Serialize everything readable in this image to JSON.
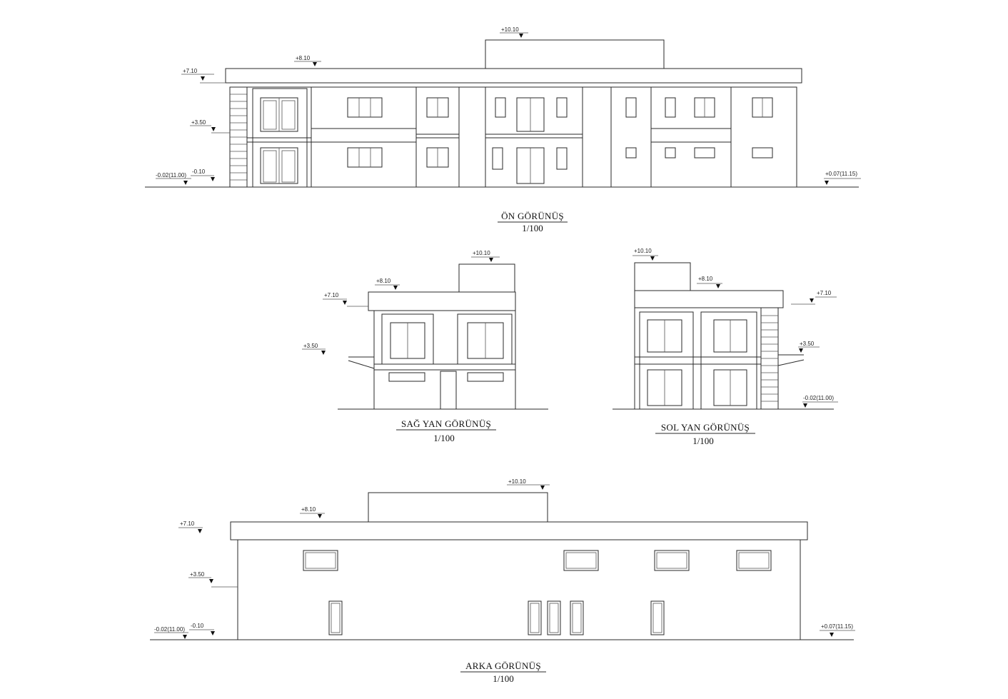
{
  "views": {
    "front": {
      "title": "ÖN GÖRÜNÜŞ",
      "scale": "1/100"
    },
    "right": {
      "title": "SAĞ YAN GÖRÜNÜŞ",
      "scale": "1/100"
    },
    "left": {
      "title": "SOL YAN GÖRÜNÜŞ",
      "scale": "1/100"
    },
    "rear": {
      "title": "ARKA GÖRÜNÜŞ",
      "scale": "1/100"
    }
  },
  "levels": {
    "top": "+10.10",
    "roof": "+8.10",
    "parapet": "+7.10",
    "floor1": "+3.50",
    "entry": "-0.10",
    "ground_left": "-0.02(11.00)",
    "ground_right": "+0.07(11.15)"
  }
}
